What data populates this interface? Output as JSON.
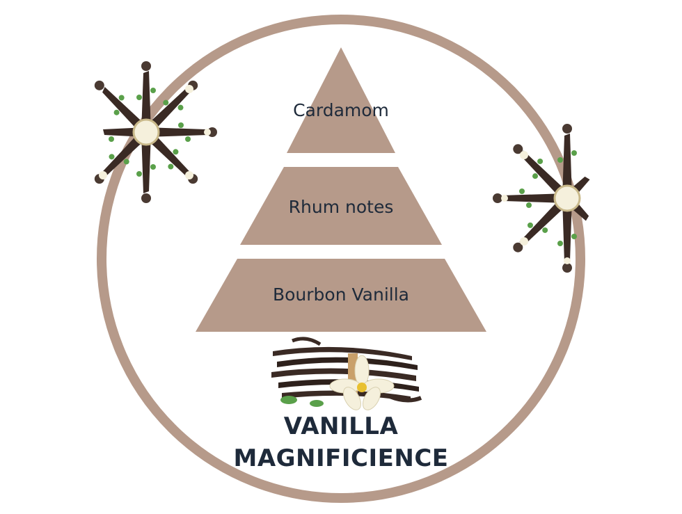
{
  "colors": {
    "ring": "#b69a8a",
    "tier": "#b69a8a",
    "label": "#1e2a3a",
    "vanilla_pod": "#3a2a24",
    "leaf": "#5aa04a",
    "flower": "#f5f0dc"
  },
  "pyramid": {
    "top_label": "Cardamom",
    "middle_label": "Rhum notes",
    "base_label": "Bourbon Vanilla"
  },
  "title": {
    "line1": "VANILLA",
    "line2": "MAGNIFICIENCE"
  }
}
